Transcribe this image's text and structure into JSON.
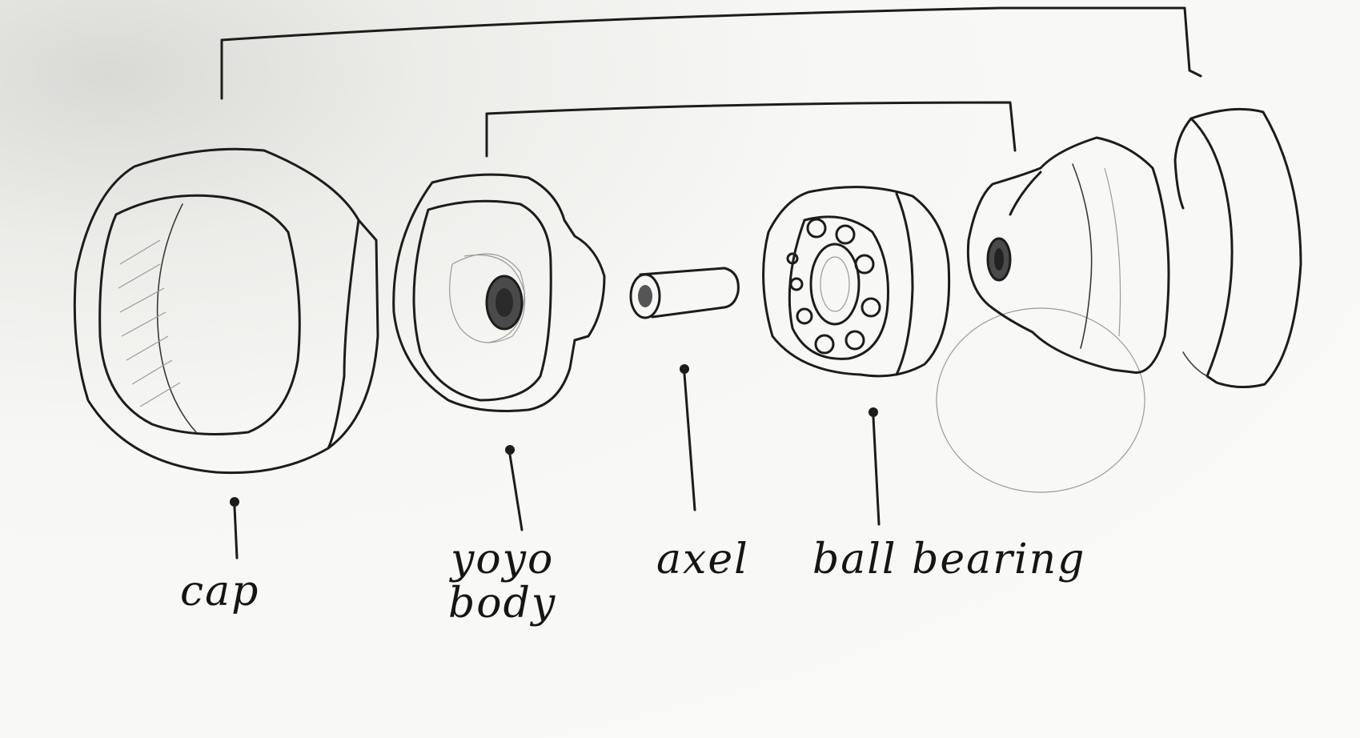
{
  "labels": {
    "cap": "cap",
    "yoyo_body_line1": "yoyo",
    "yoyo_body_line2": "body",
    "axel": "axel",
    "ball_bearing": "ball bearing"
  }
}
